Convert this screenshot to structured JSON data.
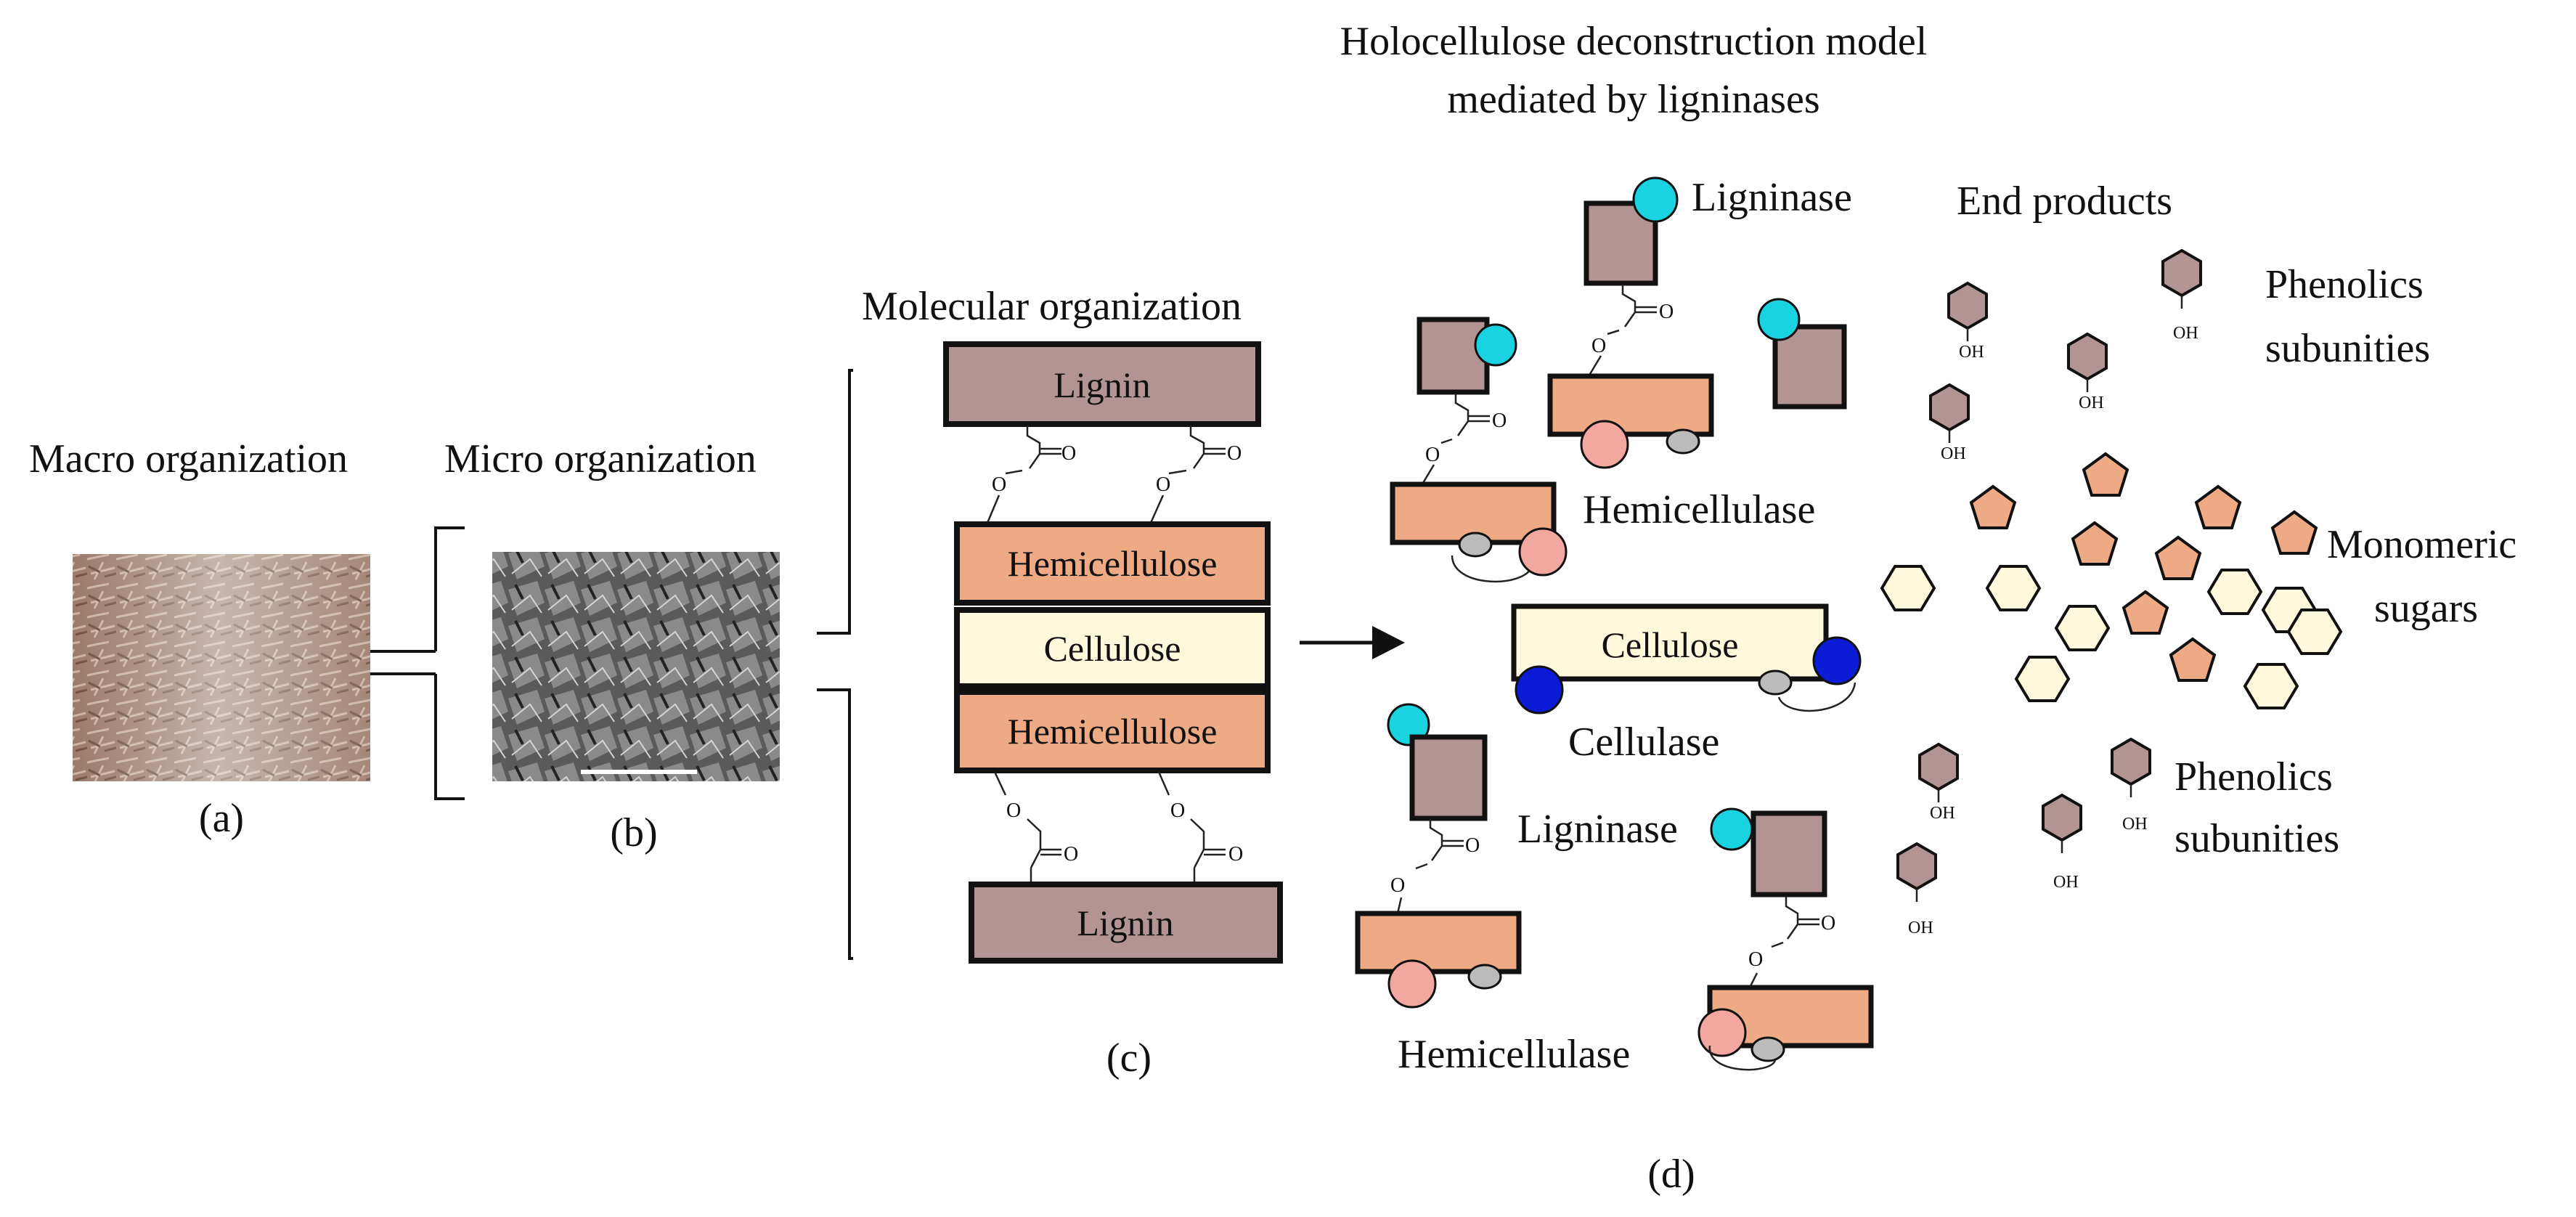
{
  "labels": {
    "macro": "Macro organization",
    "micro": "Micro organization",
    "molecular": "Molecular organization",
    "model_line1": "Holocellulose deconstruction model",
    "model_line2": "mediated by ligninases",
    "end_products": "End products"
  },
  "panels": {
    "a": "(a)",
    "b": "(b)",
    "c": "(c)",
    "d": "(d)"
  },
  "molecular_boxes": {
    "lignin_top": "Lignin",
    "hemi_top": "Hemicellulose",
    "cellulose": "Cellulose",
    "hemi_bottom": "Hemicellulose",
    "lignin_bottom": "Lignin"
  },
  "bond": {
    "oxygen": "O",
    "carbonyl": "O",
    "hydroxyl": "OH"
  },
  "model": {
    "cellulose_box": "Cellulose",
    "ligninase_1": "Ligninase",
    "ligninase_2": "Ligninase",
    "hemicellulase_1": "Hemicellulase",
    "hemicellulase_2": "Hemicellulase",
    "cellulase": "Cellulase"
  },
  "products": {
    "phenolics_1_line1": "Phenolics",
    "phenolics_1_line2": "subunities",
    "monomeric_line1": "Monomeric",
    "monomeric_line2": "sugars",
    "phenolics_2_line1": "Phenolics",
    "phenolics_2_line2": "subunities"
  },
  "colors": {
    "lignin": "#b39494",
    "hemicellulose": "#eea985",
    "cellulose": "#fef8dc",
    "ligninase": "#1ad3e0",
    "hemicellulase": "#f2a7a0",
    "cellulase": "#0b1bd6",
    "gray_subunit": "#bbbbbb",
    "pentagon": "#eea985",
    "hexagon": "#fef8dc"
  }
}
